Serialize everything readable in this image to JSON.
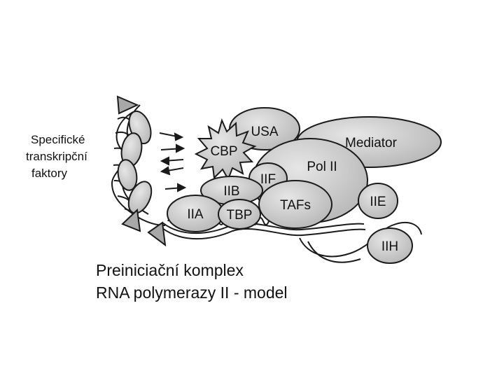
{
  "side_labels": [
    "Specifické",
    "transkripční",
    "faktory"
  ],
  "factors": {
    "usa": "USA",
    "mediator": "Mediator",
    "cbp": "CBP",
    "pol2": "Pol II",
    "iif": "IIF",
    "iib": "IIB",
    "iia": "IIA",
    "tbp": "TBP",
    "tafs": "TAFs",
    "iie": "IIE",
    "iih": "IIH"
  },
  "caption": {
    "line1": "Preiniciační komplex",
    "line2": "RNA polymerazy II - model"
  },
  "colors": {
    "fill": "#c9c9c9",
    "fill_light": "#dcdcdc",
    "stroke": "#1a1a1a"
  }
}
